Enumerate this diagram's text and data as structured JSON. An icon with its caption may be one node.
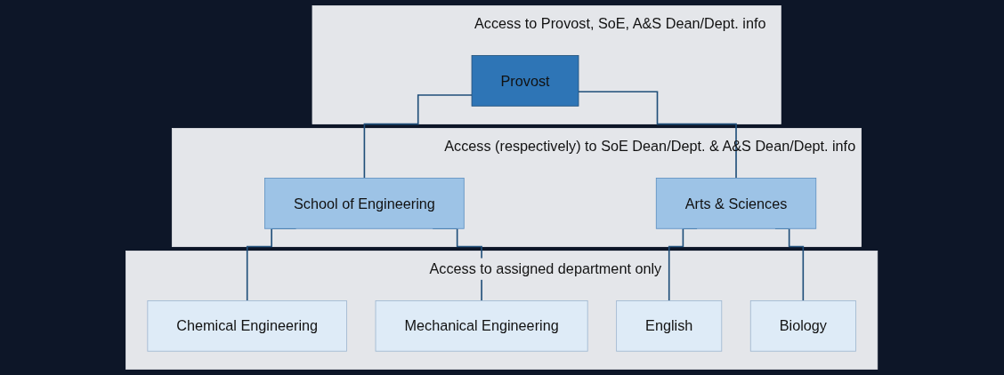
{
  "diagram": {
    "nodes": [
      {
        "text": [
          "Access to Provost, SoE, A&S Dean/Dept. info"
        ]
      },
      {
        "text": [
          "Provost"
        ],
        "in": 0
      },
      {
        "text": [
          "Access (respectively) to SoE Dean/Dept. & A&S Dean/Dept. info"
        ]
      },
      {
        "text": [
          "School of Engineering"
        ],
        "in": 2
      },
      {
        "text": [
          "Arts & Sciences"
        ],
        "in": 2
      },
      {
        "text": [
          "Access to assigned department only"
        ]
      },
      {
        "text": [
          "Chemical Engineering"
        ],
        "in": 5
      },
      {
        "text": [
          "Mechanical Engineering"
        ],
        "in": 5
      },
      {
        "text": [
          "English"
        ],
        "in": 5
      },
      {
        "text": [
          "Biology"
        ],
        "in": 5
      }
    ],
    "edges": [
      {
        "from": 1,
        "to": 3,
        "arrow": "none"
      },
      {
        "from": 1,
        "to": 4,
        "arrow": "none"
      },
      {
        "from": 3,
        "to": 6,
        "arrow": "none"
      },
      {
        "from": 3,
        "to": 7,
        "arrow": "none"
      },
      {
        "from": 4,
        "to": 8,
        "arrow": "none"
      },
      {
        "from": 4,
        "to": 9,
        "arrow": "none"
      }
    ]
  }
}
